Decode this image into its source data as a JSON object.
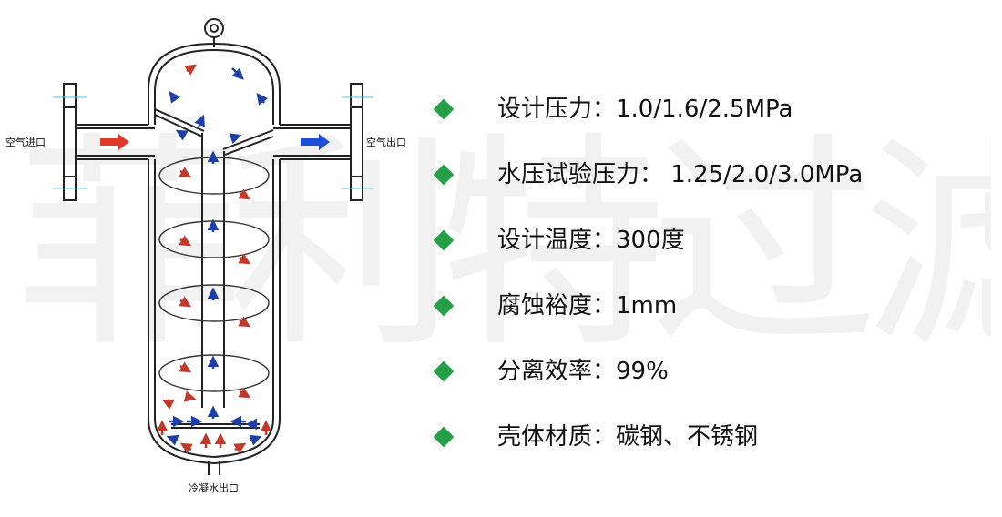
{
  "watermark": "菲利特过滤",
  "diagram": {
    "inlet_label": "空气进口",
    "outlet_label": "空气出口",
    "drain_label": "冷凝水出口"
  },
  "specs": [
    {
      "text": "设计压力：1.0/1.6/2.5MPa"
    },
    {
      "text": "水压试验压力： 1.25/2.0/3.0MPa"
    },
    {
      "text": "设计温度：300度"
    },
    {
      "text": "腐蚀裕度：1mm"
    },
    {
      "text": "分离效率：99%"
    },
    {
      "text": "壳体材质：碳钢、不锈钢"
    }
  ],
  "colors": {
    "bullet": "#21a045",
    "inlet_arrow": "#e03a2f",
    "outlet_arrow": "#1f4fd8",
    "red_arrows": "#c0392b",
    "blue_arrows": "#1f3fa8"
  }
}
